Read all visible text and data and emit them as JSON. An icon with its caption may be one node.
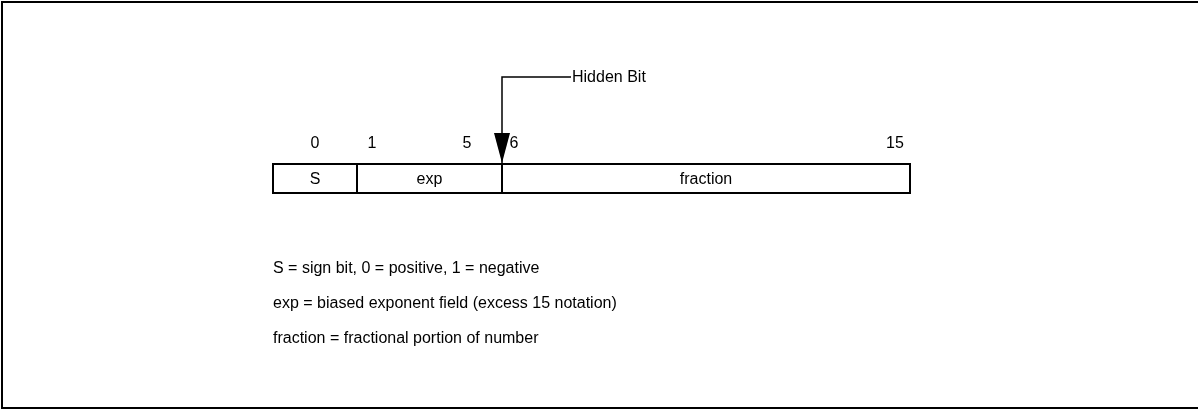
{
  "diagram": {
    "nodes": [
      {
        "text": [
          "Hidden Bit"
        ]
      },
      {
        "text": [
          "S"
        ]
      },
      {
        "text": [
          "exp"
        ]
      },
      {
        "text": [
          "fraction"
        ]
      }
    ],
    "edges": [
      {
        "from": 0,
        "to": 3,
        "arrow": "to"
      }
    ],
    "labels": [
      "0",
      "1",
      "5",
      "6",
      "15",
      "S = sign bit, 0 = positive, 1 = negative",
      "exp = biased exponent field (excess 15 notation)",
      "fraction = fractional portion of number"
    ]
  }
}
